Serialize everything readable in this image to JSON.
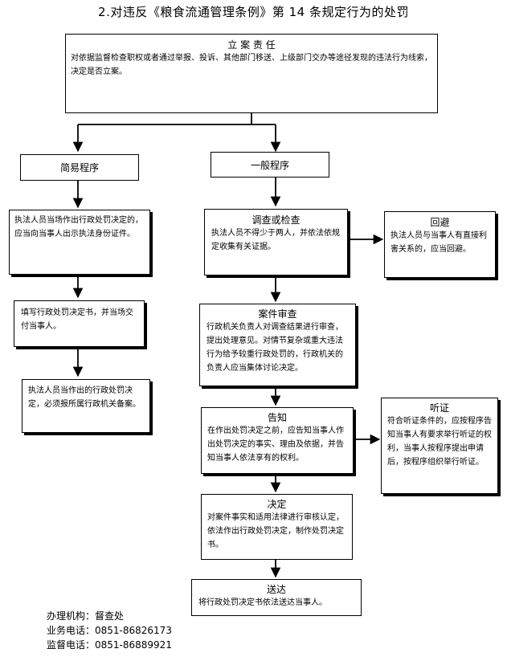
{
  "title": "2.对违反《粮食流通管理条例》第 14 条规定行为的处罚",
  "nodes": {
    "lian": {
      "title": "立 案 责 任",
      "body": "对依据监督检查职权或者通过举报、投诉、其他部门移送、上级部门交办等途径发现的违法行为线索，决定是否立案。"
    },
    "jianyi": {
      "title": "简易程序"
    },
    "yiban": {
      "title": "一般程序"
    },
    "dangchang": {
      "body": "执法人员当场作出行政处罚决定的，应当向当事人出示执法身份证件。"
    },
    "tianxie": {
      "body": "填写行政处罚决定书，并当场交付当事人。"
    },
    "baobei": {
      "body": "执法人员当作出的行政处罚决定，必须报所属行政机关备案。"
    },
    "diaocha": {
      "title": "调查或检查",
      "body": "执法人员不得少于两人，并依法依规定收集有关证据。"
    },
    "huibi": {
      "title": "回避",
      "body": "执法人员与当事人有直接利害关系的，应当回避。"
    },
    "shencha": {
      "title": "案件审查",
      "body": "行政机关负责人对调查结果进行审查，提出处理意见。对情节复杂或重大违法行为给予较重行政处罚的，行政机关的负责人应当集体讨论决定。"
    },
    "gaozhi": {
      "title": "告知",
      "body": "在作出处罚决定之前，应告知当事人作出处罚决定的事实、理由及依据，并告知当事人依法享有的权利。"
    },
    "tingzheng": {
      "title": "听证",
      "body": "符合听证条件的，应按程序告知当事人有要求举行听证的权利，当事人按程序提出申请后，按程序组织举行听证。"
    },
    "jueding": {
      "title": "决定",
      "body": "对案件事实和适用法律进行审核认定，依法作出行政处罚决定，制作处罚决定书。"
    },
    "songda": {
      "title": "送达",
      "body": "将行政处罚决定书依法送达当事人。"
    }
  },
  "footer": {
    "agency": "办理机构：督查处",
    "business_phone": "业务电话：0851-86826173",
    "supervision_phone": "监督电话：0851-86889921"
  }
}
